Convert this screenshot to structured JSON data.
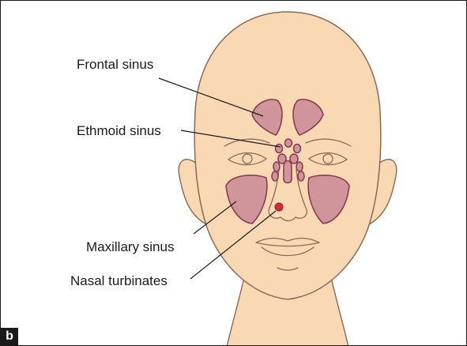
{
  "figure": {
    "panel_label": "b",
    "labels": {
      "frontal": "Frontal sinus",
      "ethmoid": "Ethmoid sinus",
      "maxillary": "Maxillary sinus",
      "turbinates": "Nasal turbinates"
    }
  },
  "colors": {
    "skin": "#f8d9b4",
    "outline": "#8a6a55",
    "sinus_fill": "#d0959b",
    "sinus_outline": "#8c3c4e",
    "turbinate": "#d8283a",
    "leader_line": "#1a1a1a"
  }
}
